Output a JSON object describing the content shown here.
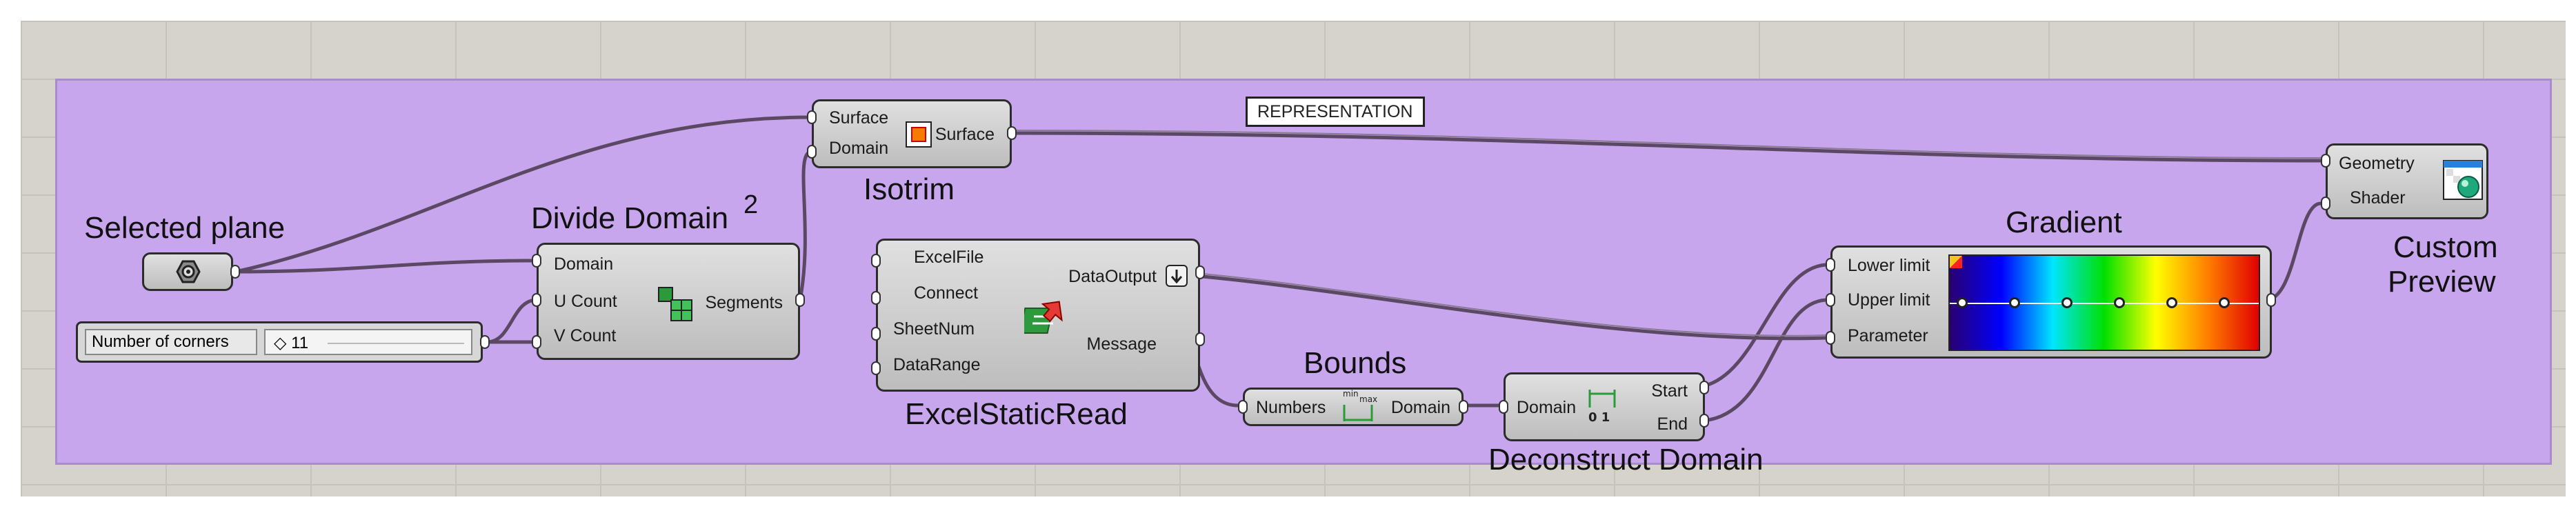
{
  "group": {
    "label": "REPRESENTATION",
    "color": "#c7a6ee"
  },
  "selected_plane": {
    "caption": "Selected plane"
  },
  "slider": {
    "name": "Number of corners",
    "value": "◇ 11"
  },
  "divide_domain": {
    "caption": "Divide Domain",
    "superscript": "2",
    "inputs": [
      "Domain",
      "U Count",
      "V Count"
    ],
    "outputs": [
      "Segments"
    ]
  },
  "isotrim": {
    "caption": "Isotrim",
    "inputs": [
      "Surface",
      "Domain"
    ],
    "outputs": [
      "Surface"
    ]
  },
  "excel_static_read": {
    "caption": "ExcelStaticRead",
    "inputs": [
      "ExcelFile",
      "Connect",
      "SheetNum",
      "DataRange"
    ],
    "outputs": [
      "DataOutput",
      "Message"
    ]
  },
  "bounds": {
    "caption": "Bounds",
    "inputs": [
      "Numbers"
    ],
    "outputs": [
      "Domain"
    ],
    "icon_top": "min",
    "icon_bottom": "max"
  },
  "deconstruct_domain": {
    "caption": "Deconstruct Domain",
    "inputs": [
      "Domain"
    ],
    "outputs": [
      "Start",
      "End"
    ],
    "icon_text": "0 1"
  },
  "gradient": {
    "caption": "Gradient",
    "inputs": [
      "Lower limit",
      "Upper limit",
      "Parameter"
    ],
    "colors": [
      "#2a0070",
      "#0000ff",
      "#00e5ff",
      "#00e000",
      "#ffff00",
      "#ff8000",
      "#e00000"
    ],
    "grip_count": 6
  },
  "custom_preview": {
    "caption_line1": "Custom",
    "caption_line2": "Preview",
    "inputs": [
      "Geometry",
      "Shader"
    ]
  },
  "colors": {
    "wire": "#5b4863",
    "component_border": "#2c2c2c",
    "canvas": "#d6d3cc"
  }
}
